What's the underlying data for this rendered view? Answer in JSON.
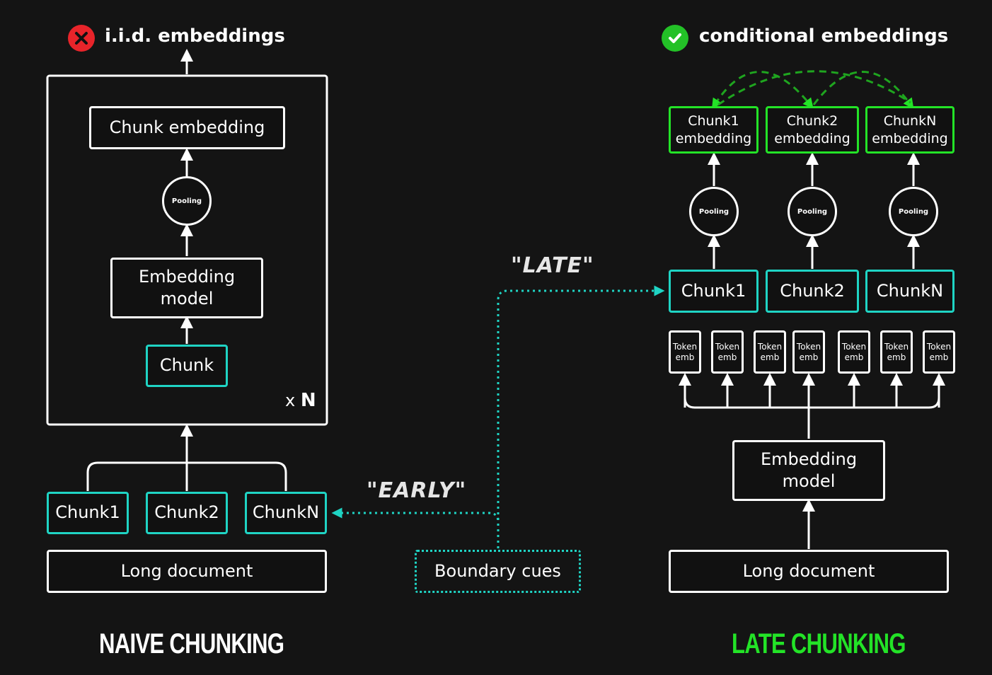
{
  "naive": {
    "heading": "i.i.d. embeddings",
    "chunk_embedding": "Chunk embedding",
    "pooling": "Pooling",
    "embedding_model": "Embedding model",
    "chunk": "Chunk",
    "repeat_prefix": "x",
    "repeat_n": "N",
    "chunks": [
      "Chunk1",
      "Chunk2",
      "ChunkN"
    ],
    "long_document": "Long document",
    "title": "NAIVE CHUNKING"
  },
  "middle": {
    "boundary_cues": "Boundary cues",
    "early_label": "\"EARLY\"",
    "late_label": "\"LATE\""
  },
  "late": {
    "heading": "conditional embeddings",
    "chunk_embeddings": [
      "Chunk1 embedding",
      "Chunk2 embedding",
      "ChunkN embedding"
    ],
    "pooling": "Pooling",
    "chunks": [
      "Chunk1",
      "Chunk2",
      "ChunkN"
    ],
    "token_emb": "Token emb",
    "embedding_model": "Embedding model",
    "long_document": "Long document",
    "title": "LATE CHUNKING"
  },
  "colors": {
    "background": "#141414",
    "teal": "#1fd4c4",
    "green": "#23e327",
    "red": "#e8242a",
    "white": "#ffffff"
  }
}
